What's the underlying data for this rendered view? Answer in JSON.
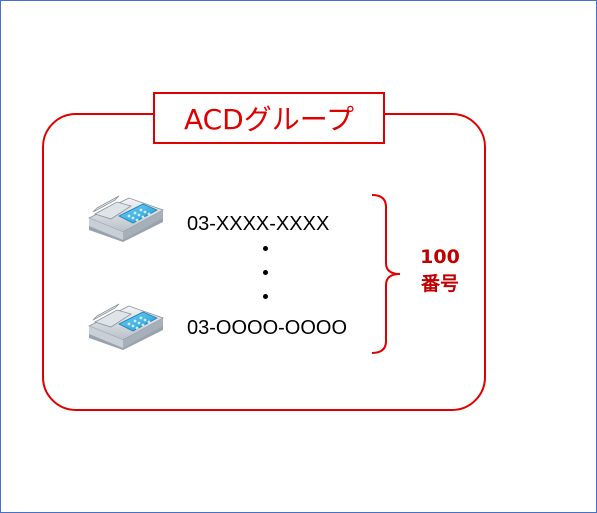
{
  "diagram": {
    "group_title": "ACDグループ",
    "numbers": {
      "first": "03-XXXX-XXXX",
      "last": "03-OOOO-OOOO"
    },
    "count": {
      "value": "100",
      "unit": "番号"
    },
    "colors": {
      "frame_border": "#4472c4",
      "group_border": "#e00000",
      "count_text": "#c00000",
      "phone_blue": "#1e9ad8"
    },
    "icons": [
      "phone-icon",
      "phone-icon"
    ]
  }
}
